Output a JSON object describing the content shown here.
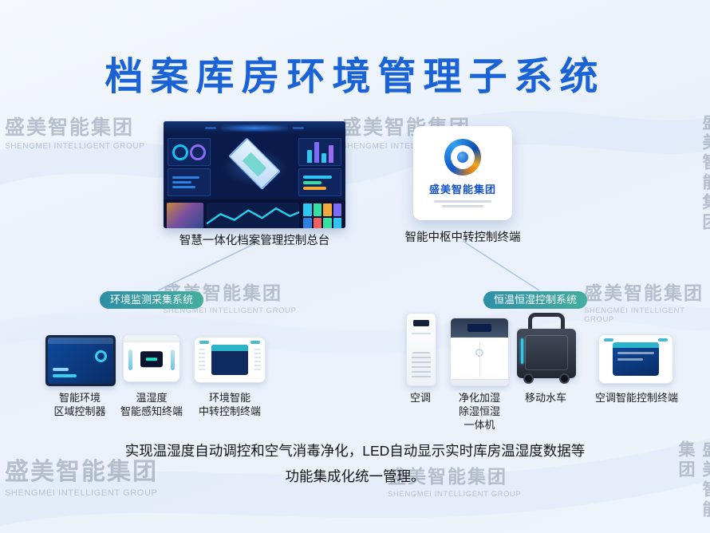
{
  "title": "档案库房环境管理子系统",
  "watermark": {
    "cn": "盛美智能集团",
    "en": "SHENGMEI INTELLIGENT GROUP"
  },
  "colors": {
    "title_blue": "#1a63d6",
    "pill_gradient_start": "#2d8fa7",
    "pill_gradient_end": "#44ae9e",
    "watermark_gray": "#8a94a8",
    "brand_blue": "#1753c2"
  },
  "console": {
    "label": "智慧一体化档案管理控制总台"
  },
  "hub": {
    "label": "智能中枢中转控制终端",
    "brand": "盛美智能集团"
  },
  "branches": {
    "left": {
      "label": "环境监测采集系统",
      "devices": [
        {
          "name": "智能环境\n区域控制器"
        },
        {
          "name": "温湿度\n智能感知终端"
        },
        {
          "name": "环境智能\n中转控制终端"
        }
      ]
    },
    "right": {
      "label": "恒温恒湿控制系统",
      "devices": [
        {
          "name": "空调"
        },
        {
          "name": "净化加湿\n除湿恒湿\n一体机"
        },
        {
          "name": "移动水车"
        },
        {
          "name": "空调智能控制终端"
        }
      ]
    }
  },
  "description": {
    "line1": "实现温湿度自动调控和空气消毒净化，LED自动显示实时库房温湿度数据等",
    "line2": "功能集成化统一管理。"
  }
}
